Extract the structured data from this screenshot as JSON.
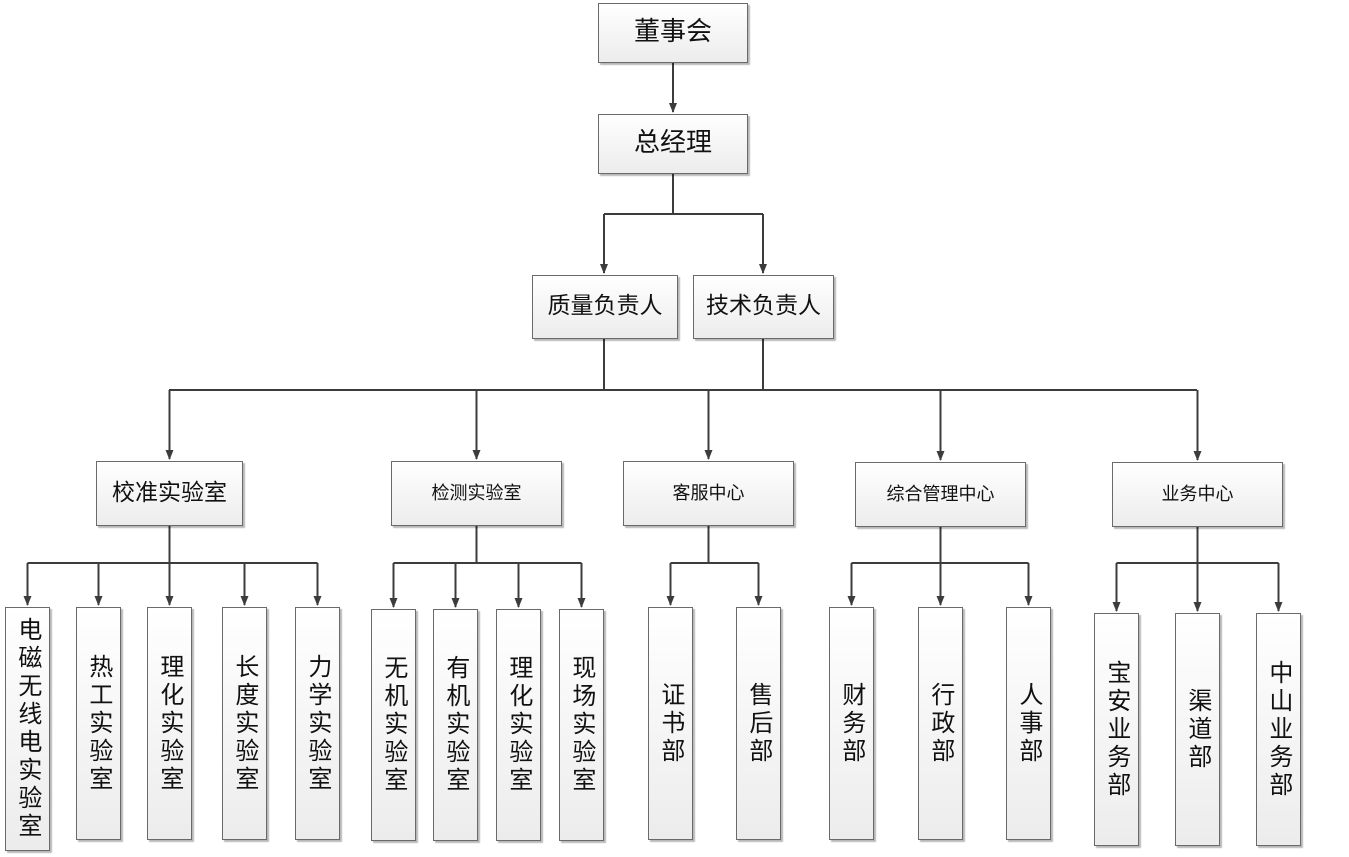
{
  "org_chart": {
    "board": "董事会",
    "general_manager": "总经理",
    "quality_lead": "质量负责人",
    "technical_lead": "技术负责人",
    "centers": [
      {
        "name": "校准实验室",
        "units": [
          "电磁无线电实验室",
          "热工实验室",
          "理化实验室",
          "长度实验室",
          "力学实验室"
        ]
      },
      {
        "name": "检测实验室",
        "units": [
          "无机实验室",
          "有机实验室",
          "理化实验室",
          "现场实验室"
        ]
      },
      {
        "name": "客服中心",
        "units": [
          "证书部",
          "售后部"
        ]
      },
      {
        "name": "综合管理中心",
        "units": [
          "财务部",
          "行政部",
          "人事部"
        ]
      },
      {
        "name": "业务中心",
        "units": [
          "宝安业务部",
          "渠道部",
          "中山业务部"
        ]
      }
    ]
  },
  "colors": {
    "line": "#3c3c3c",
    "border": "#6a6a6a",
    "fill_top": "#ffffff",
    "fill_bottom": "#ececec"
  }
}
